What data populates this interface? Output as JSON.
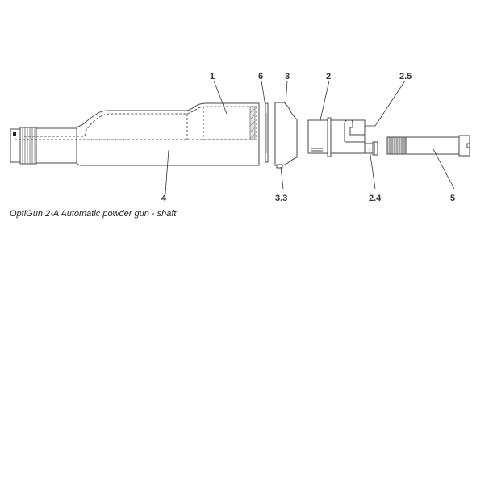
{
  "figure": {
    "caption": "OptiGun 2-A Automatic powder gun - shaft",
    "parts": [
      {
        "id": "1",
        "label": "1"
      },
      {
        "id": "6",
        "label": "6"
      },
      {
        "id": "3",
        "label": "3"
      },
      {
        "id": "2",
        "label": "2"
      },
      {
        "id": "2.5",
        "label": "2.5"
      },
      {
        "id": "4",
        "label": "4"
      },
      {
        "id": "3.3",
        "label": "3.3"
      },
      {
        "id": "2.4",
        "label": "2.4"
      },
      {
        "id": "5",
        "label": "5"
      }
    ],
    "colors": {
      "line": "#4a4a4a",
      "label": "#333333",
      "background": "#ffffff"
    }
  }
}
